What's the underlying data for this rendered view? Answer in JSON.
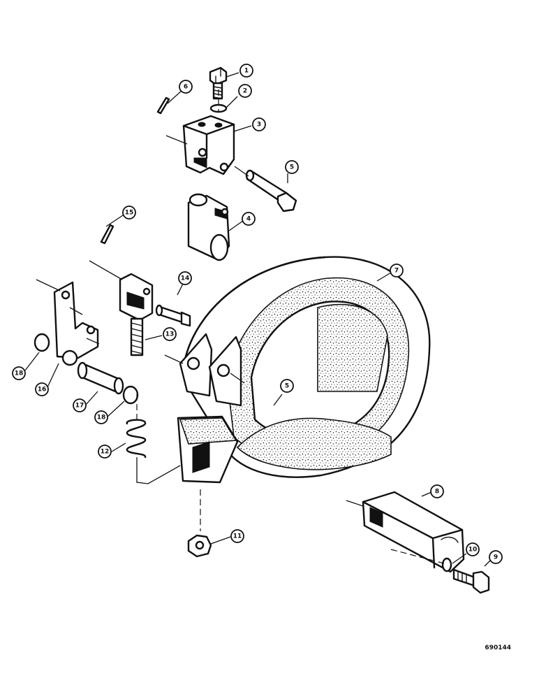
{
  "diagram": {
    "callouts": [
      {
        "id": "c1",
        "label": "1"
      },
      {
        "id": "c2",
        "label": "2"
      },
      {
        "id": "c3",
        "label": "3"
      },
      {
        "id": "c6",
        "label": "6"
      },
      {
        "id": "c5a",
        "label": "5"
      },
      {
        "id": "c4",
        "label": "4"
      },
      {
        "id": "c15",
        "label": "15"
      },
      {
        "id": "c7",
        "label": "7"
      },
      {
        "id": "c14",
        "label": "14"
      },
      {
        "id": "c13",
        "label": "13"
      },
      {
        "id": "c18a",
        "label": "18"
      },
      {
        "id": "c16",
        "label": "16"
      },
      {
        "id": "c17",
        "label": "17"
      },
      {
        "id": "c18b",
        "label": "18"
      },
      {
        "id": "c5b",
        "label": "5"
      },
      {
        "id": "c12",
        "label": "12"
      },
      {
        "id": "c8",
        "label": "8"
      },
      {
        "id": "c11",
        "label": "11"
      },
      {
        "id": "c10",
        "label": "10"
      },
      {
        "id": "c9",
        "label": "9"
      }
    ],
    "reference_number": "690144"
  }
}
